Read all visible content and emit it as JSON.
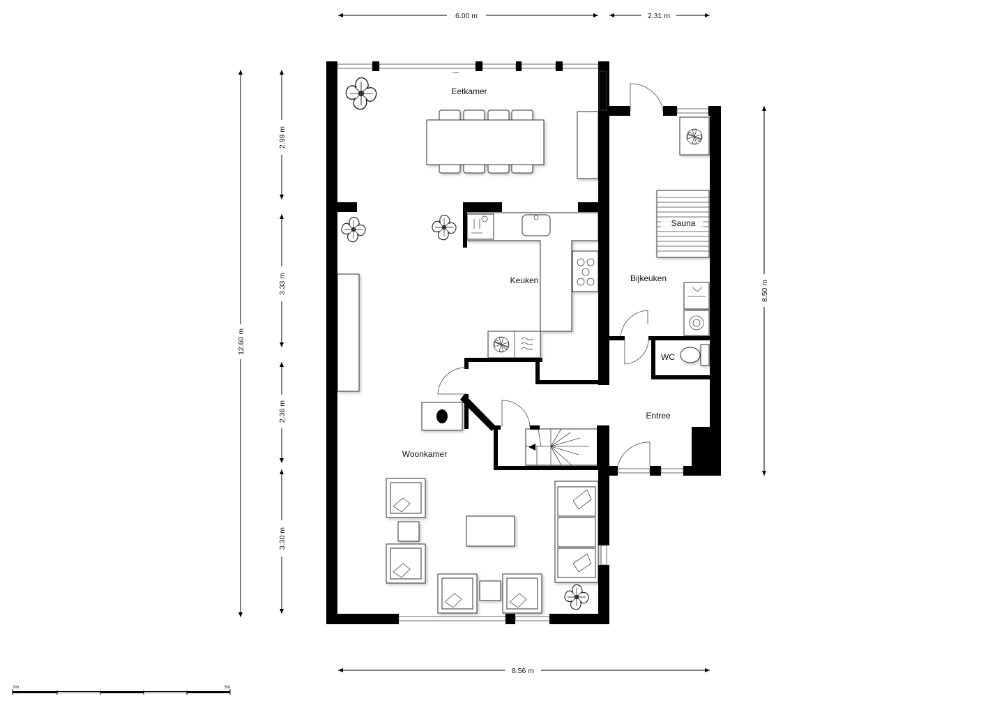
{
  "rooms": {
    "eetkamer": "Eetkamer",
    "keuken": "Keuken",
    "bijkeuken": "Bijkeuken",
    "sauna": "Sauna",
    "wc": "WC",
    "entree": "Entree",
    "woonkamer": "Woonkamer"
  },
  "dimensions": {
    "top_main_width": "6.00 m",
    "top_annex_width": "2.31 m",
    "bottom_total_width": "8.56 m",
    "total_depth": "12.60 m",
    "seg_eetkamer": "2.99 m",
    "seg_keuken": "3.33 m",
    "seg_stairs": "2.36 m",
    "seg_woonkamer": "3.30 m",
    "annex_depth": "8.50 m"
  },
  "scale": {
    "start": "0m",
    "end": "5m"
  },
  "colors": {
    "wall": "#000000",
    "background": "#ffffff",
    "furniture_fill": "#ffffff"
  }
}
